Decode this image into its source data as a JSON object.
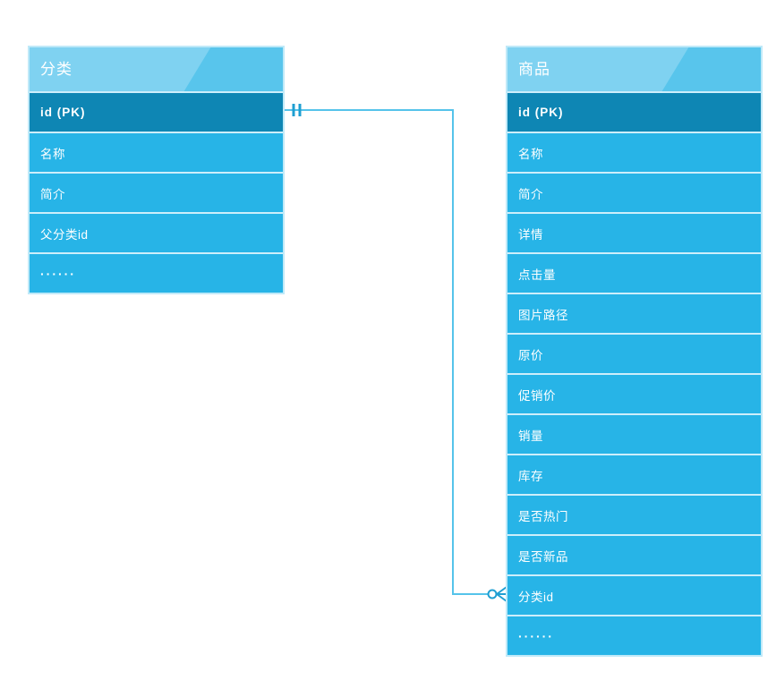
{
  "diagram": {
    "entities": [
      {
        "title": "分类",
        "fields": [
          "id (PK)",
          "名称",
          "简介",
          "父分类id",
          "······"
        ]
      },
      {
        "title": "商品",
        "fields": [
          "id (PK)",
          "名称",
          "简介",
          "详情",
          "点击量",
          "图片路径",
          "原价",
          "促销价",
          "销量",
          "库存",
          "是否热门",
          "是否新品",
          "分类id",
          "······"
        ]
      }
    ],
    "relationship": {
      "from_entity": "分类",
      "from_field": "id (PK)",
      "from_cardinality": "one",
      "to_entity": "商品",
      "to_field": "分类id",
      "to_cardinality": "zero-or-many"
    },
    "colors": {
      "header_light": "#7fd2f1",
      "header_dark": "#58c5ec",
      "row": "#27b4e7",
      "pk_row": "#0e86b4",
      "separator": "#cdeefb",
      "line": "#55c3ea",
      "marker": "#1f9fd2",
      "text": "#ffffff"
    }
  }
}
